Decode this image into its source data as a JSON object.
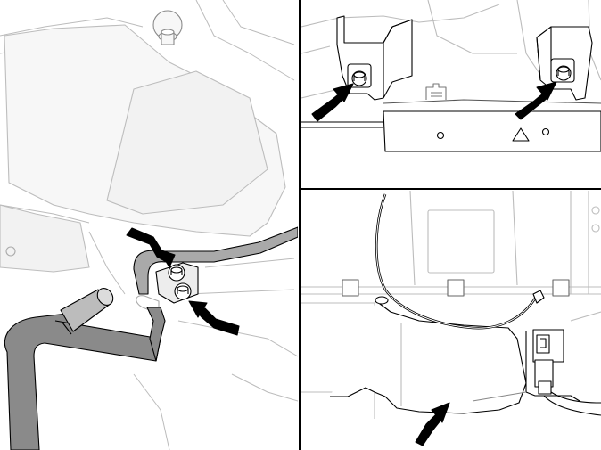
{
  "figure": {
    "layout": "three-panel-technical-illustration",
    "line_color": "#000000",
    "fill_light": "#f4f4f4",
    "fill_mid": "#8a8a8a",
    "panels": [
      {
        "id": "left",
        "content": "pipe fastened with two bolts",
        "arrows": 2
      },
      {
        "id": "top-right",
        "content": "two brackets with bolts",
        "arrows": 2
      },
      {
        "id": "bottom-right",
        "content": "housing underside",
        "arrows": 1
      }
    ]
  }
}
